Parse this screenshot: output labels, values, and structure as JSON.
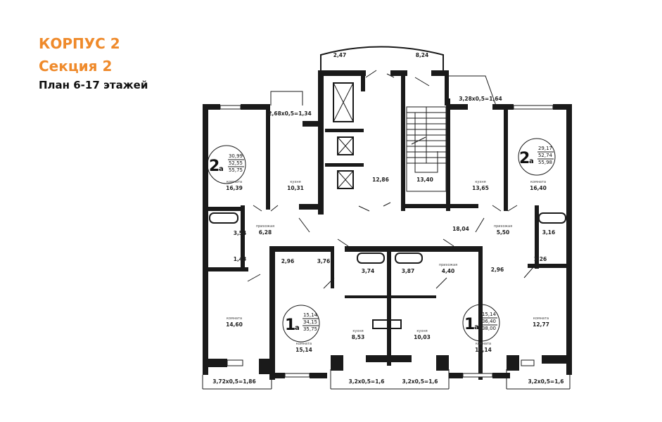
{
  "header": {
    "building": "КОРПУС 2",
    "section": "Секция 2",
    "plan": "План 6-17 этажей"
  },
  "colors": {
    "accent": "#EF8A2B",
    "walls": "#1a1a1a"
  },
  "labels": {
    "room": "комната",
    "kitchen": "кухня",
    "hall": "прихожая"
  },
  "apartments": [
    {
      "id": "top-left",
      "type_num": "2",
      "type_letter": "а",
      "living": "30,99",
      "total": "52,55",
      "total_with_balcony": "55,75"
    },
    {
      "id": "top-right",
      "type_num": "2",
      "type_letter": "а",
      "living": "29,17",
      "total": "52,74",
      "total_with_balcony": "55,98"
    },
    {
      "id": "bottom-left",
      "type_num": "1",
      "type_letter": "а",
      "living": "15,14",
      "total": "34,15",
      "total_with_balcony": "35,75"
    },
    {
      "id": "bottom-right",
      "type_num": "1",
      "type_letter": "а",
      "living": "15,14",
      "total": "36,40",
      "total_with_balcony": "38,00"
    }
  ],
  "areas": {
    "top_2_47": "2,47",
    "top_8_24": "8,24",
    "balcony_tl": "2,68x0,5=1,34",
    "balcony_tr": "3,28x0,5=1,64",
    "room_tl": "16,39",
    "kitchen_tl": "10,31",
    "corridor": "12,86",
    "stair": "13,40",
    "kitchen_tr": "13,65",
    "room_tr": "16,40",
    "bath_tl": "3,54",
    "hall_tl": "6,28",
    "wc_tl": "1,43",
    "hall_c": "18,04",
    "hall_tr": "5,50",
    "bath_tr": "3,16",
    "wc_tr": "1,26",
    "store_l": "2,96",
    "hall_bl": "3,76",
    "bath_bl": "3,74",
    "bath_br": "3,87",
    "hall_br": "4,40",
    "store_r": "2,96",
    "room_l": "14,60",
    "room_bl": "15,14",
    "kitchen_bl": "8,53",
    "kitchen_br": "10,03",
    "room_br": "15,14",
    "room_r": "12,77",
    "balcony_bl": "3,72x0,5=1,86",
    "balcony_bc1": "3,2x0,5=1,6",
    "balcony_bc2": "3,2x0,5=1,6",
    "balcony_br": "3,2x0,5=1,6"
  }
}
